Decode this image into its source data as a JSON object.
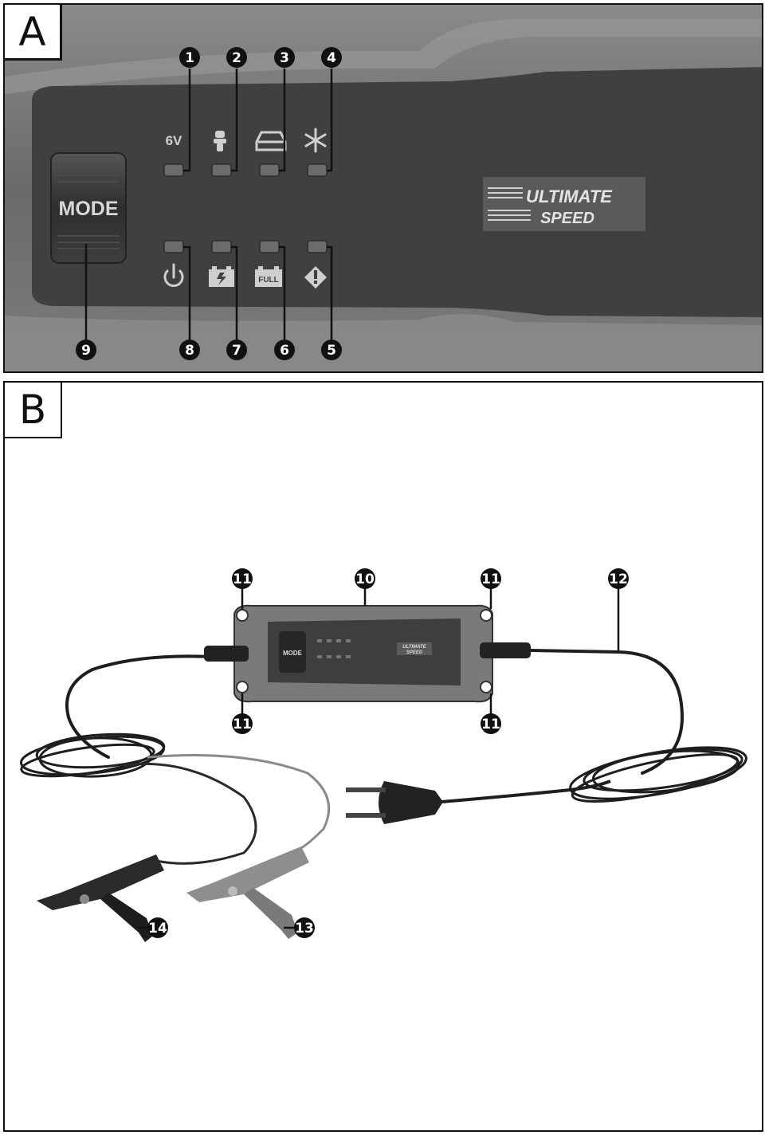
{
  "section_a": {
    "label": "A",
    "device": {
      "mode_button": "MODE",
      "voltage_label": "6V",
      "full_label": "FULL",
      "brand_line1": "ULTIMATE",
      "brand_line2": "SPEED"
    },
    "callouts_top": [
      "1",
      "2",
      "3",
      "4"
    ],
    "callouts_bottom": [
      "9",
      "8",
      "7",
      "6",
      "5"
    ],
    "icons": [
      "motorcycle-icon",
      "car-icon",
      "snowflake-icon",
      "power-icon",
      "battery-charging-icon",
      "battery-full-icon",
      "warning-icon"
    ]
  },
  "section_b": {
    "label": "B",
    "device": {
      "mode_button": "MODE",
      "brand_line1": "ULTIMATE",
      "brand_line2": "SPEED"
    },
    "callouts": {
      "mount_top_left": "11",
      "housing": "10",
      "mount_top_right": "11",
      "power_cable": "12",
      "mount_bottom_left": "11",
      "mount_bottom_right": "11",
      "clamp_black": "14",
      "clamp_red": "13"
    }
  },
  "colors": {
    "housing": "#6f6f6f",
    "panel": "#3f3f3f",
    "callout": "#111111"
  }
}
